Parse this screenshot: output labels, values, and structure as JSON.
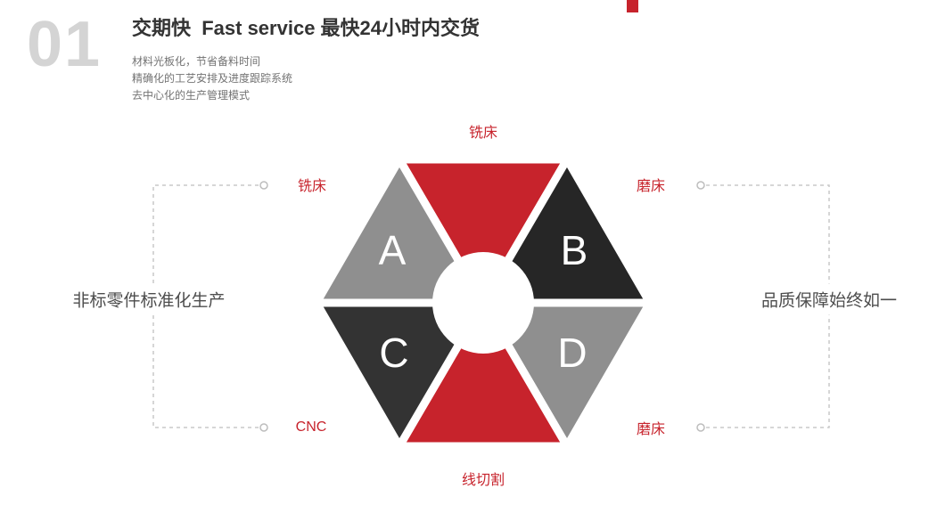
{
  "header": {
    "number": "01",
    "title": "交期快  Fast service 最快24小时内交货",
    "lines": [
      "材料光板化，节省备料时间",
      "精确化的工艺安排及进度跟踪系统",
      "去中心化的生产管理模式"
    ]
  },
  "left_caption": "非标零件标准化生产",
  "right_caption": "品质保障始终如一",
  "labels": {
    "top": "铣床",
    "upper_left": "铣床",
    "upper_right": "磨床",
    "lower_left": "CNC",
    "lower_right": "磨床",
    "bottom": "线切割"
  },
  "letters": {
    "a": "A",
    "b": "B",
    "c": "C",
    "d": "D"
  },
  "colors": {
    "red": "#c7232c",
    "black": "#262626",
    "dark": "#333333",
    "gray": "#8f8f8f",
    "label_red": "#c7232c",
    "number_gray": "#d4d4d4",
    "dash_gray": "#c9c9c9"
  }
}
